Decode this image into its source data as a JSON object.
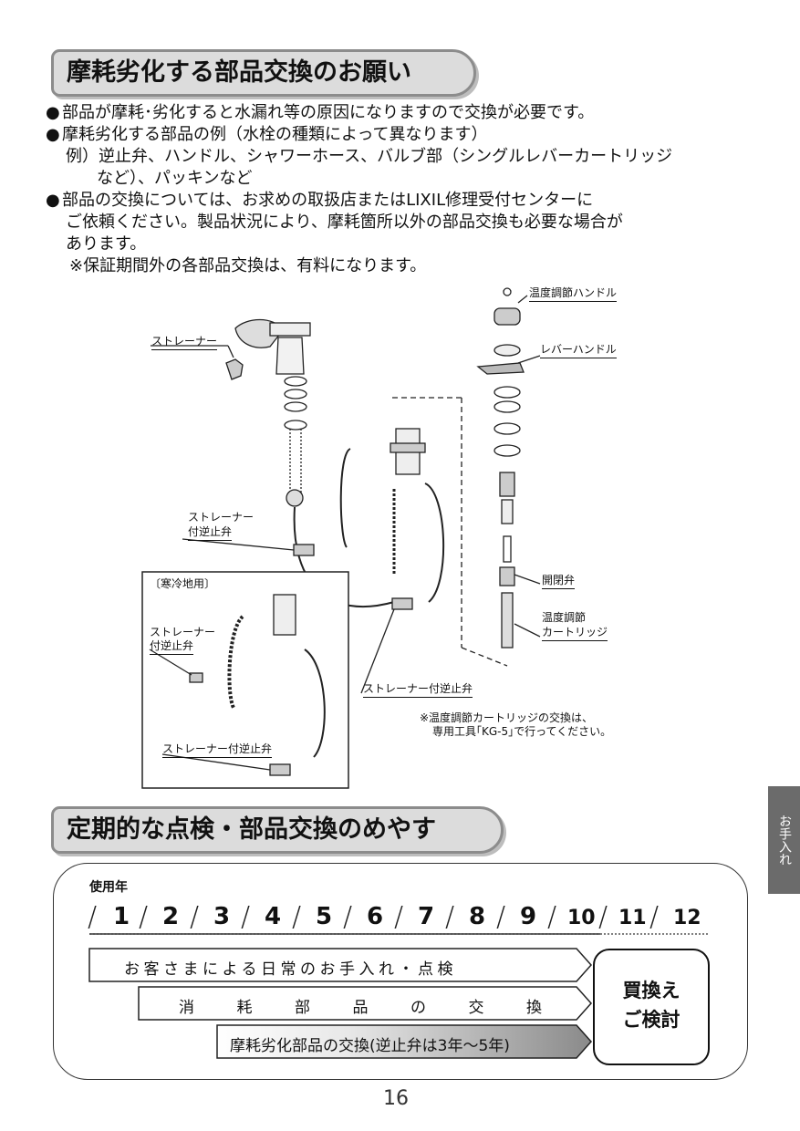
{
  "section1": {
    "title": "摩耗劣化する部品交換のお願い",
    "bullet1": "部品が摩耗･劣化すると水漏れ等の原因になりますので交換が必要です。",
    "bullet2": "摩耗劣化する部品の例（水栓の種類によって異なります）",
    "example_line1": "例）逆止弁、ハンドル、シャワーホース、バルブ部（シングルレバーカートリッジ",
    "example_line2": "など）、パッキンなど",
    "bullet3_line1": "部品の交換については、お求めの取扱店またはLIXIL修理受付センターに",
    "bullet3_line2": "ご依頼ください。製品状況により、摩耗箇所以外の部品交換も必要な場合が",
    "bullet3_line3": "あります。",
    "note": "※保証期間外の各部品交換は、有料になります。",
    "bullet_mark": "●"
  },
  "diagram": {
    "strainer": "ストレーナー",
    "strainer_check1_a": "ストレーナー",
    "strainer_check1_b": "付逆止弁",
    "cold_area": "〔寒冷地用〕",
    "cold_check_a": "ストレーナー",
    "cold_check_b": "付逆止弁",
    "cold_check2": "ストレーナー付逆止弁",
    "main_check": "ストレーナー付逆止弁",
    "temp_handle": "温度調節ハンドル",
    "lever_handle": "レバーハンドル",
    "open_close_valve": "開閉弁",
    "temp_cart_a": "温度調節",
    "temp_cart_b": "カートリッジ",
    "cart_note1": "※温度調節カートリッジの交換は、",
    "cart_note2": "専用工具｢KG-5｣で行ってください。"
  },
  "section2": {
    "title": "定期的な点検・部品交換のめやす",
    "years_label": "使用年",
    "years": [
      "1",
      "2",
      "3",
      "4",
      "5",
      "6",
      "7",
      "8",
      "9",
      "10",
      "11",
      "12"
    ],
    "row1": "お客さまによる日常のお手入れ・点検",
    "row2": [
      "消",
      "耗",
      "部",
      "品",
      "の",
      "交",
      "換"
    ],
    "row3": "摩耗劣化部品の交換(逆止弁は3年〜5年)",
    "final_line1": "買換え",
    "final_line2": "ご検討"
  },
  "side_tab": "お手入れ",
  "page_number": "16"
}
